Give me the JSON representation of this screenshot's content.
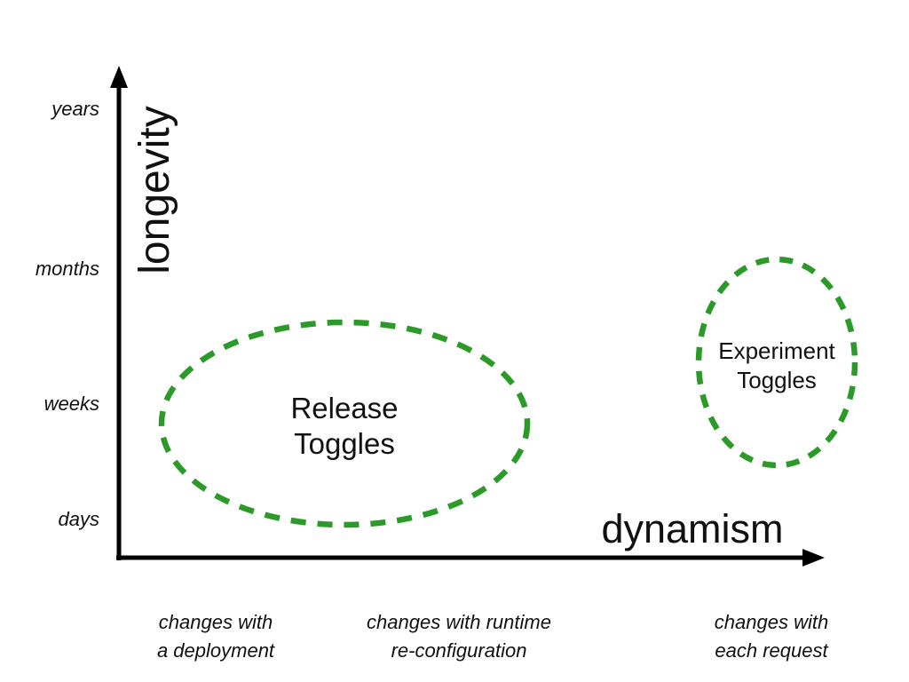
{
  "diagram": {
    "title_context": "feature toggle categories by longevity and dynamism",
    "colors": {
      "axis": "#000000",
      "text": "#111111",
      "region_stroke": "#2b9a28"
    },
    "y_axis": {
      "title": "longevity",
      "ticks": [
        "years",
        "months",
        "weeks",
        "days"
      ]
    },
    "x_axis": {
      "title": "dynamism",
      "ticks": [
        {
          "line1": "changes with",
          "line2": "a deployment"
        },
        {
          "line1": "changes with runtime",
          "line2": "re-configuration"
        },
        {
          "line1": "changes with",
          "line2": "each request"
        }
      ]
    },
    "regions": [
      {
        "line1": "Release",
        "line2": "Toggles",
        "longevity_span": "days to months",
        "dynamism_span": "changes with a deployment to changes with runtime re-configuration"
      },
      {
        "line1": "Experiment",
        "line2": "Toggles",
        "longevity_span": "weeks to months",
        "dynamism_span": "changes with each request"
      }
    ]
  }
}
